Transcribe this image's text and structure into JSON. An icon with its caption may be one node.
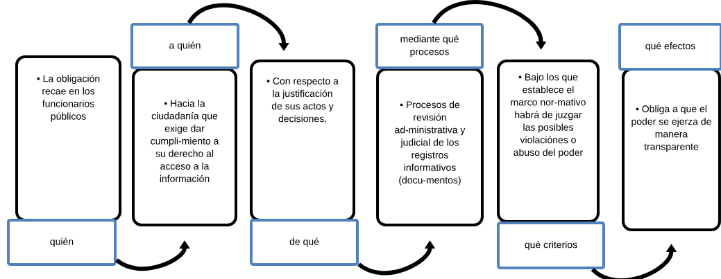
{
  "diagram": {
    "nodes": [
      {
        "text": [
          "• La obligación recae en los funcionarios públicos"
        ]
      },
      {
        "text": [
          "quién"
        ]
      },
      {
        "text": [
          "a quién"
        ]
      },
      {
        "text": [
          "• Hacia la ciudadanía que exige dar cumpli-miento a su derecho al acceso a la información"
        ]
      },
      {
        "text": [
          "• Con respecto a la justificación de sus actos y decisiones."
        ]
      },
      {
        "text": [
          "de qué"
        ]
      },
      {
        "text": [
          "mediante qué procesos"
        ]
      },
      {
        "text": [
          "• Procesos de revisión ad-ministrativa y judicial de los registros informativos (docu-mentos)"
        ]
      },
      {
        "text": [
          "• Bajo los que establece el marco nor-mativo habrá de juzgar las posibles violaciónes o abuso del poder"
        ]
      },
      {
        "text": [
          "qué criterios"
        ]
      },
      {
        "text": [
          "qué efectos"
        ]
      },
      {
        "text": [
          "• Obliga a que el poder se ejerza de manera transparente"
        ]
      }
    ],
    "edges": [
      {
        "from": 1,
        "to": 3,
        "arrow": "to"
      },
      {
        "from": 2,
        "to": 4,
        "arrow": "to"
      },
      {
        "from": 5,
        "to": 7,
        "arrow": "to"
      },
      {
        "from": 6,
        "to": 8,
        "arrow": "to"
      },
      {
        "from": 9,
        "to": 11,
        "arrow": "to"
      }
    ]
  }
}
